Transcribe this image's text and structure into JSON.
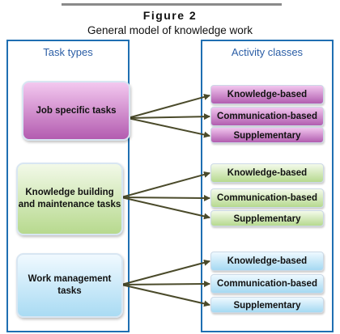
{
  "figure": {
    "label": "Figure 2",
    "title": "General model of knowledge work"
  },
  "panels": {
    "left_heading": "Task types",
    "right_heading": "Activity classes"
  },
  "tasks": [
    {
      "label": "Job specific tasks"
    },
    {
      "label": "Knowledge building and maintenance tasks"
    },
    {
      "label": "Work management tasks"
    }
  ],
  "activity_groups": [
    {
      "items": [
        "Knowledge-based",
        "Communication-based",
        "Supplementary"
      ]
    },
    {
      "items": [
        "Knowledge-based",
        "Communication-based",
        "Supplementary"
      ]
    },
    {
      "items": [
        "Knowledge-based",
        "Communication-based",
        "Supplementary"
      ]
    }
  ],
  "colors": {
    "panel_border": "#1f6fb2",
    "heading_text": "#2b5ea6",
    "arrow": "#4a4a2a",
    "purple": "#b35cb0",
    "green": "#b7d98e",
    "blue": "#a9dbf3"
  }
}
